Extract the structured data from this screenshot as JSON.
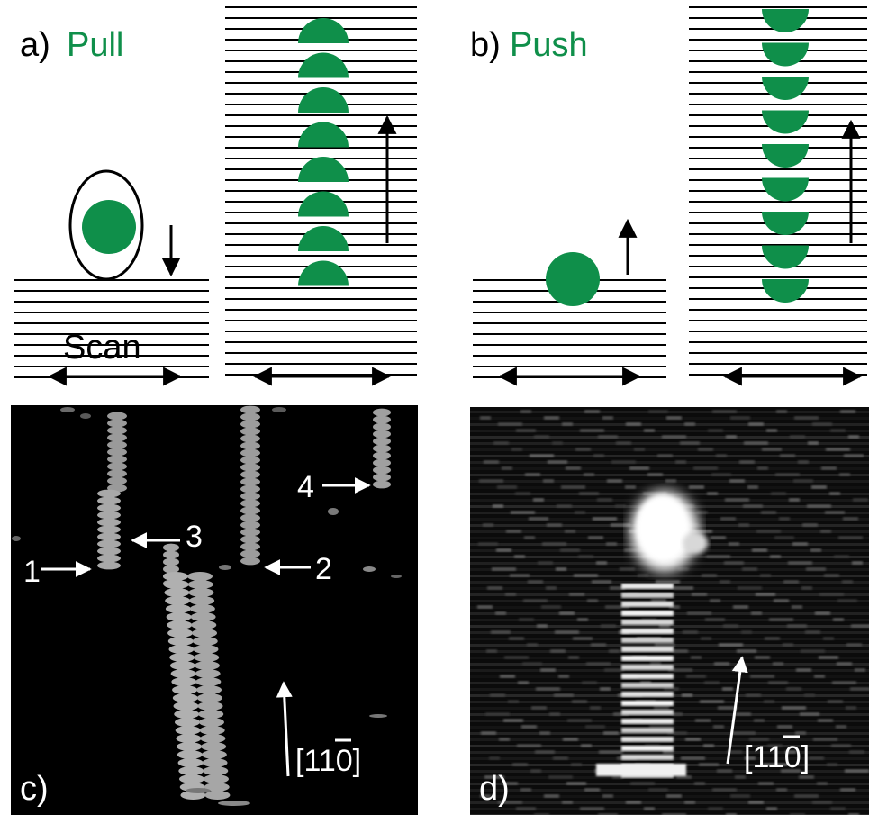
{
  "colors": {
    "adsorbate": "#0f8f4a",
    "line": "#000000",
    "stm_bg": "#000000",
    "annot": "#ffffff"
  },
  "panel_a": {
    "letter": "a)",
    "mode": "Pull",
    "scan_label": "Scan"
  },
  "panel_b": {
    "letter": "b)",
    "mode": "Push"
  },
  "panel_c": {
    "letter": "c)",
    "markers": [
      "1",
      "2",
      "3",
      "4"
    ],
    "direction_prefix": "[1",
    "direction_bar_digit": "1",
    "direction_suffix": "0]"
  },
  "panel_d": {
    "letter": "d)",
    "direction_prefix": "[1",
    "direction_bar_digit": "1",
    "direction_suffix": "0]"
  },
  "icons": {
    "tip": "stm-tip-icon",
    "atom": "atom-icon"
  }
}
